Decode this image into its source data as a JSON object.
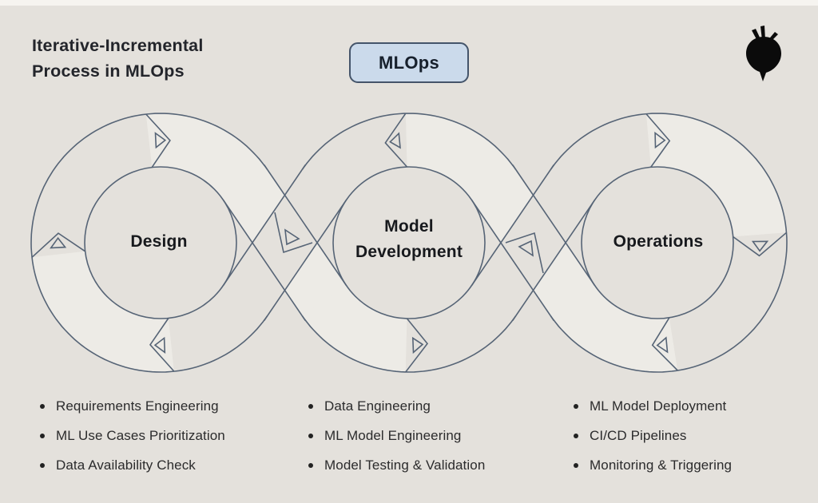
{
  "page": {
    "background": "#e4e1dc"
  },
  "header": {
    "title": {
      "line1": "Iterative-Incremental",
      "line2": "Process in MLOps"
    },
    "badge_label": "MLOps",
    "logo": "beet-icon"
  },
  "diagram": {
    "loops": [
      {
        "id": "design",
        "label": "Design",
        "direction": "clockwise"
      },
      {
        "id": "model-development",
        "label_line1": "Model",
        "label_line2": "Development",
        "direction": "counter-clockwise"
      },
      {
        "id": "operations",
        "label": "Operations",
        "direction": "clockwise"
      }
    ],
    "colors": {
      "band_light": "#edebe6",
      "band_dark": "#e4e1dc",
      "outline": "#566476"
    }
  },
  "lists": [
    {
      "id": "design",
      "items": [
        "Requirements Engineering",
        "ML Use Cases Prioritization",
        "Data Availability Check"
      ]
    },
    {
      "id": "model-development",
      "items": [
        "Data Engineering",
        "ML Model Engineering",
        "Model Testing & Validation"
      ]
    },
    {
      "id": "operations",
      "items": [
        "ML Model Deployment",
        "CI/CD Pipelines",
        "Monitoring & Triggering"
      ]
    }
  ]
}
